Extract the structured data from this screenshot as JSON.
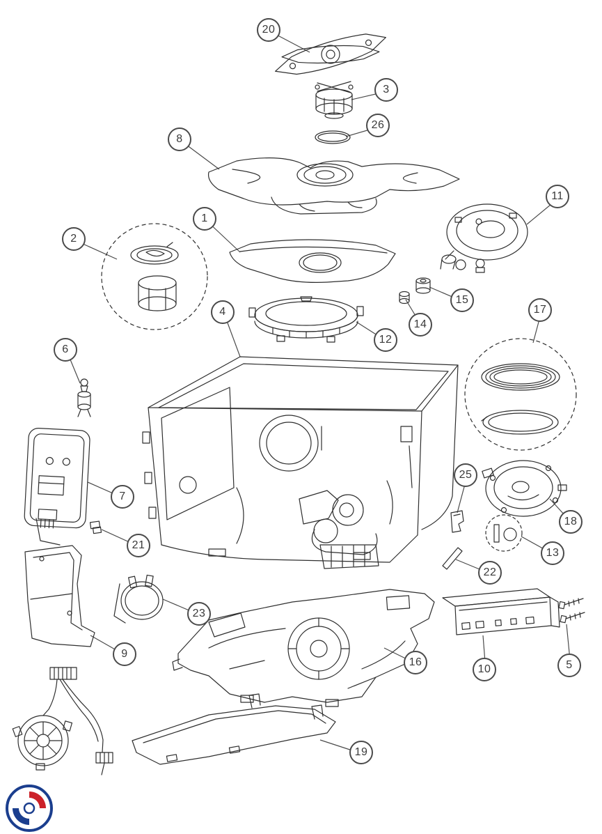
{
  "diagram": {
    "kind": "exploded-parts-diagram",
    "colors": {
      "line": "#2e2e2e",
      "callout_ring": "#4a4a4a",
      "logo_red": "#cc2229",
      "logo_blue": "#1b3e8e"
    },
    "callouts": {
      "c1": {
        "label": "1"
      },
      "c2": {
        "label": "2"
      },
      "c3": {
        "label": "3"
      },
      "c4": {
        "label": "4"
      },
      "c5": {
        "label": "5"
      },
      "c6": {
        "label": "6"
      },
      "c7": {
        "label": "7"
      },
      "c8": {
        "label": "8"
      },
      "c9": {
        "label": "9"
      },
      "c10": {
        "label": "10"
      },
      "c11": {
        "label": "11"
      },
      "c12": {
        "label": "12"
      },
      "c13": {
        "label": "13"
      },
      "c14": {
        "label": "14"
      },
      "c15": {
        "label": "15"
      },
      "c16": {
        "label": "16"
      },
      "c17": {
        "label": "17"
      },
      "c18": {
        "label": "18"
      },
      "c19": {
        "label": "19"
      },
      "c20": {
        "label": "20"
      },
      "c21": {
        "label": "21"
      },
      "c22": {
        "label": "22"
      },
      "c23": {
        "label": "23"
      },
      "c25": {
        "label": "25"
      },
      "c26": {
        "label": "26"
      }
    }
  }
}
